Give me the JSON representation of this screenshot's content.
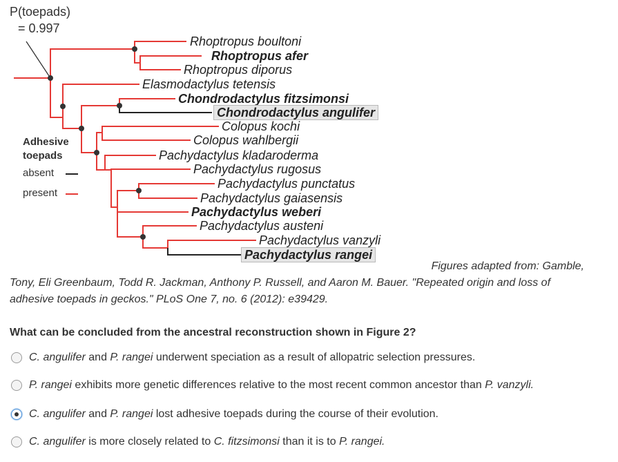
{
  "figure": {
    "p_title": "P(toepads)",
    "p_value": "= 0.997",
    "legend": {
      "title_line1": "Adhesive",
      "title_line2": "toepads",
      "absent_label": "absent",
      "present_label": "present",
      "absent_color": "#222222",
      "present_color": "#e53935"
    },
    "taxa": [
      {
        "name": "Rhoptropus boultoni",
        "bold": false,
        "boxed": false
      },
      {
        "name": "Rhoptropus afer",
        "bold": true,
        "boxed": false
      },
      {
        "name": "Rhoptropus diporus",
        "bold": false,
        "boxed": false
      },
      {
        "name": "Elasmodactylus tetensis",
        "bold": false,
        "boxed": false
      },
      {
        "name": "Chondrodactylus fitzsimonsi",
        "bold": true,
        "boxed": false
      },
      {
        "name": "Chondrodactylus angulifer",
        "bold": true,
        "boxed": true
      },
      {
        "name": "Colopus kochi",
        "bold": false,
        "boxed": false
      },
      {
        "name": "Colopus wahlbergii",
        "bold": false,
        "boxed": false
      },
      {
        "name": "Pachydactylus kladaroderma",
        "bold": false,
        "boxed": false
      },
      {
        "name": "Pachydactylus rugosus",
        "bold": false,
        "boxed": false
      },
      {
        "name": "Pachydactylus punctatus",
        "bold": false,
        "boxed": false
      },
      {
        "name": "Pachydactylus gaiasensis",
        "bold": false,
        "boxed": false
      },
      {
        "name": "Pachydactylus weberi",
        "bold": true,
        "boxed": false
      },
      {
        "name": "Pachydactylus austeni",
        "bold": false,
        "boxed": false
      },
      {
        "name": "Pachydactylus vanzyli",
        "bold": false,
        "boxed": false
      },
      {
        "name": "Pachydactylus rangei",
        "bold": true,
        "boxed": true
      }
    ]
  },
  "citation": {
    "line1": "Figures adapted from: Gamble,",
    "line2": "Tony, Eli Greenbaum, Todd R. Jackman, Anthony P. Russell, and Aaron M. Bauer. \"Repeated origin and loss of",
    "line3": "adhesive toepads in geckos.\" PLoS One 7, no. 6 (2012): e39429."
  },
  "question": "What can be concluded from the ancestral reconstruction shown in Figure 2?",
  "options": [
    {
      "em1": "C. angulifer",
      "t1": " and ",
      "em2": "P. rangei",
      "t2": " underwent speciation as a result of allopatric selection pressures.",
      "selected": false
    },
    {
      "em1": "P. rangei",
      "t1": " exhibits more genetic differences relative to the most recent common ancestor than ",
      "em2": "P. vanzyli.",
      "t2": "",
      "selected": false
    },
    {
      "em1": "C. angulifer",
      "t1": " and ",
      "em2": "P. rangei",
      "t2": " lost adhesive toepads during the course of their evolution.",
      "selected": true
    },
    {
      "em1": "C. angulifer",
      "t1": " is more closely related to ",
      "em2": "C. fitzsimonsi",
      "t2": " than it is to ",
      "em3": "P. rangei.",
      "selected": false
    }
  ]
}
